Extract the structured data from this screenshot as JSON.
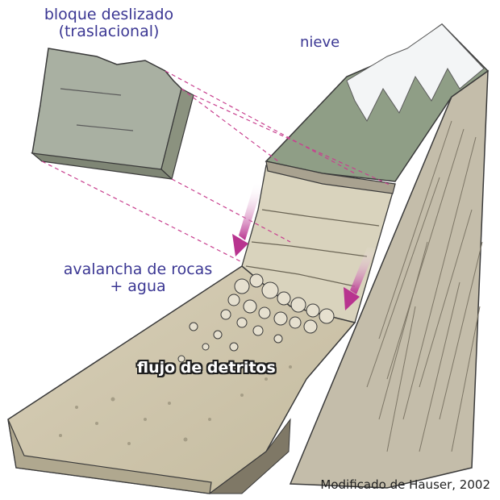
{
  "labels": {
    "block_line1": "bloque deslizado",
    "block_line2": "(traslacional)",
    "snow": "nieve",
    "avalanche_line1": "avalancha de rocas",
    "avalanche_line2": "+ agua",
    "debris_flow": "flujo de detritos"
  },
  "credit": "Modificado de Hauser, 2002",
  "colors": {
    "label_text": "#3b3793",
    "arrow_magenta": "#b8338f",
    "dashed_guides": "#c8408f",
    "rock_face": "#c8c2ad",
    "block_gray_green": "#a9b0a2",
    "debris_ground": "#cfc6ae",
    "snow": "#f3f5f6",
    "vegetation": "#8f9e86"
  }
}
